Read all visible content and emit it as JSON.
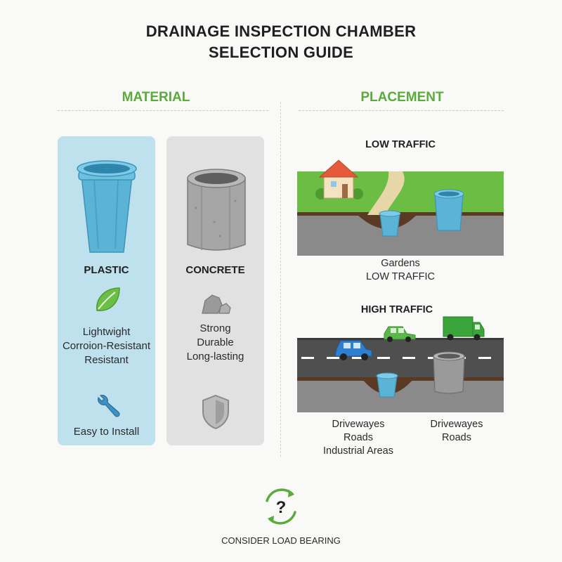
{
  "title": {
    "line1": "DRAINAGE INSPECTION CHAMBER",
    "line2": "SELECTION GUIDE"
  },
  "material": {
    "heading": "MATERIAL",
    "plastic": {
      "label": "PLASTIC",
      "features": [
        "Lightwight",
        "Corroion-Resistant",
        "Resistant"
      ],
      "install": "Easy to Install"
    },
    "concrete": {
      "label": "CONCRETE",
      "features": [
        "Strong",
        "Durable",
        "Long-lasting"
      ]
    }
  },
  "placement": {
    "heading": "PLACEMENT",
    "low_traffic": {
      "heading": "LOW TRAFFIC",
      "caption": [
        "Gardens",
        "LOW TRAFFIC"
      ]
    },
    "high_traffic": {
      "heading": "HIGH TRAFFIC",
      "caption_left": [
        "Drivewayes",
        "Roads",
        "Industrial Areas"
      ],
      "caption_right": [
        "Drivewayes",
        "Roads"
      ]
    }
  },
  "footer": {
    "label": "CONSIDER LOAD BEARING"
  },
  "colors": {
    "accent_green": "#5aab3c",
    "plastic_blue": "#5bb4d6",
    "plastic_card": "#bfe1ee",
    "concrete_card": "#e1e1e1",
    "road": "#6b6b6b"
  }
}
